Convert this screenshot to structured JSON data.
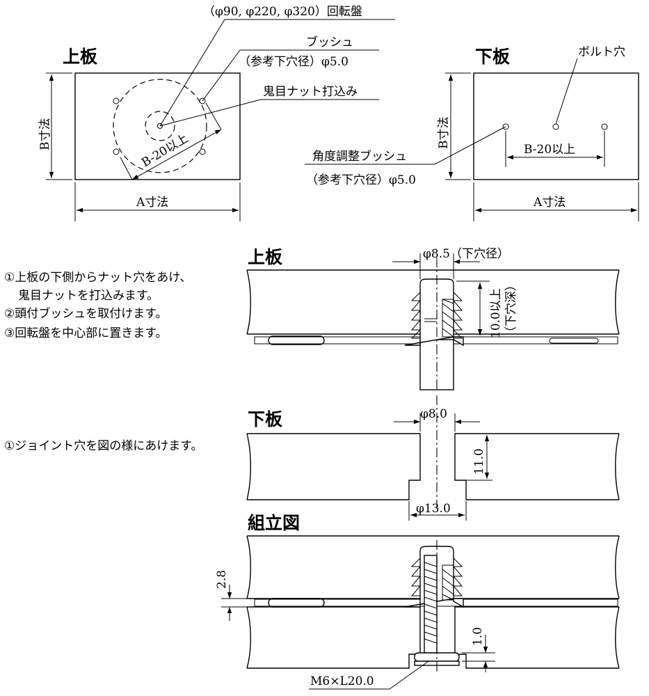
{
  "plan_upper": {
    "title": "上板",
    "turntable_label": "（φ90, φ220, φ320）回転盤",
    "bushing_label": "ブッシュ",
    "bushing_hole": "（参考下穴径）φ5.0",
    "teenut_label": "鬼目ナット打込み",
    "diag_dim": "B-20以上",
    "dim_a": "A寸法",
    "dim_b": "B寸法"
  },
  "plan_lower": {
    "title": "下板",
    "bolt_label": "ボルト穴",
    "adjust_label": "角度調整ブッシュ",
    "adjust_hole": "（参考下穴径）φ5.0",
    "span_dim": "B-20以上",
    "dim_a": "A寸法",
    "dim_b": "B寸法"
  },
  "section_upper": {
    "title": "上板",
    "hole_dia": "φ8.5（下穴径）",
    "depth_a": "10.0以上",
    "depth_b": "（下穴深）"
  },
  "section_lower": {
    "title": "下板",
    "hole_dia": "φ8.0",
    "counterbore_dia": "φ13.0",
    "depth": "11.0"
  },
  "section_assembly": {
    "title": "組立図",
    "gap": "2.8",
    "recess": "1.0",
    "bolt": "M6×L20.0"
  },
  "notes_upper": [
    "①上板の下側からナット穴をあけ、",
    "鬼目ナットを打込みます。",
    "②頭付ブッシュを取付けます。",
    "③回転盤を中心部に置きます。"
  ],
  "notes_lower": [
    "①ジョイント穴を図の様にあけます。"
  ]
}
